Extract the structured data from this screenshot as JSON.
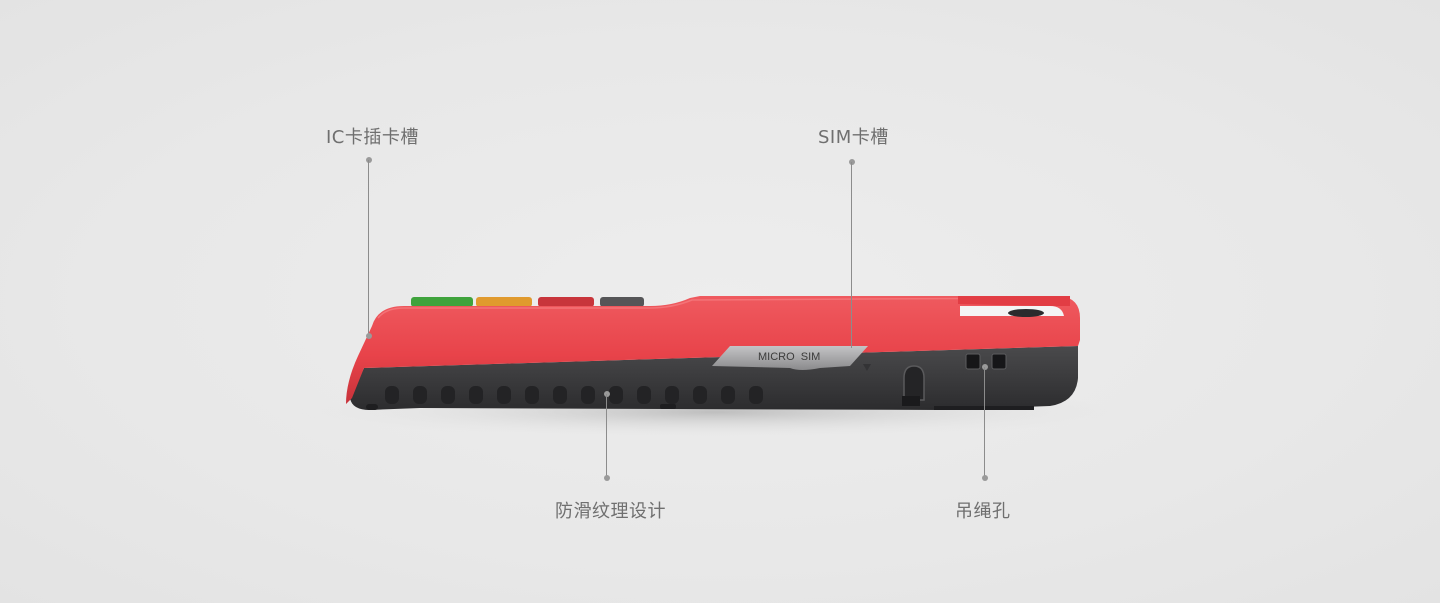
{
  "callouts": {
    "ic_card_slot": "IC卡插卡槽",
    "sim_card_slot": "SIM卡槽",
    "anti_slip_texture": "防滑纹理设计",
    "lanyard_hole": "吊绳孔"
  },
  "device": {
    "sim_slot_text": "MICRO  SIM",
    "body_color": "#e8434a",
    "base_color": "#3b3b3d",
    "key_colors": [
      "#3fa33c",
      "#e09a2e",
      "#d83a3f",
      "#5a5a5c"
    ]
  }
}
